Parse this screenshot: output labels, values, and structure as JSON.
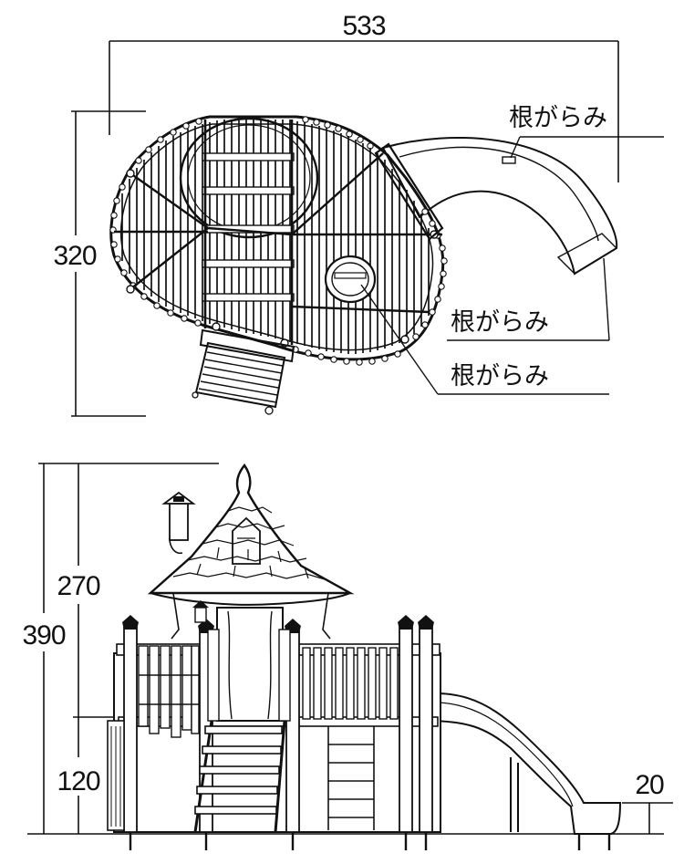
{
  "dimensions": {
    "plan_width": "533",
    "plan_depth": "320",
    "elevation_total_height": "390",
    "elevation_roof_height": "270",
    "elevation_deck_height": "120",
    "elevation_slide_end_height": "20"
  },
  "labels": {
    "anchor_slide": "根がらみ",
    "anchor_middle": "根がらみ",
    "anchor_bottom": "根がらみ"
  }
}
